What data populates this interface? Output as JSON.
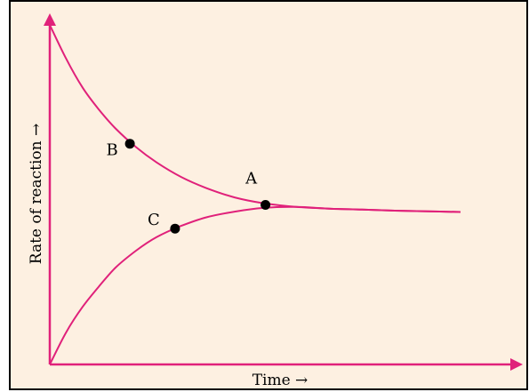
{
  "colors": {
    "background": "#fdf0e1",
    "curve": "#e0217a",
    "axis": "#e0217a",
    "border": "#000000",
    "point": "#000000",
    "text": "#000000"
  },
  "chart_data": {
    "type": "line",
    "title": "",
    "xlabel": "Time →",
    "ylabel": "Rate of reaction →",
    "xlim": [
      0,
      100
    ],
    "ylim": [
      0,
      100
    ],
    "grid": false,
    "series": [
      {
        "key": "forward",
        "x": [
          0,
          4,
          8,
          12,
          16,
          21,
          26,
          32,
          38,
          45,
          52,
          60,
          68,
          76,
          84,
          92,
          100
        ],
        "y": [
          100,
          90,
          81.5,
          75,
          69.5,
          64,
          59.5,
          55.2,
          52,
          49.2,
          47.5,
          46.4,
          45.9,
          45.6,
          45.3,
          45.1,
          44.9
        ]
      },
      {
        "key": "backward",
        "x": [
          0,
          4,
          8,
          12,
          16,
          21,
          26,
          32,
          38,
          45,
          52,
          60,
          68,
          76,
          84,
          92,
          100
        ],
        "y": [
          0,
          9.5,
          17,
          23,
          28.5,
          33.5,
          37.5,
          40.8,
          43.3,
          45,
          46.1,
          46.4,
          45.9,
          45.6,
          45.3,
          45.1,
          44.9
        ]
      }
    ],
    "points": [
      {
        "label": "B",
        "x": 19.5,
        "y": 65
      },
      {
        "label": "C",
        "x": 30.5,
        "y": 40
      },
      {
        "label": "A",
        "x": 52.5,
        "y": 47
      }
    ]
  }
}
